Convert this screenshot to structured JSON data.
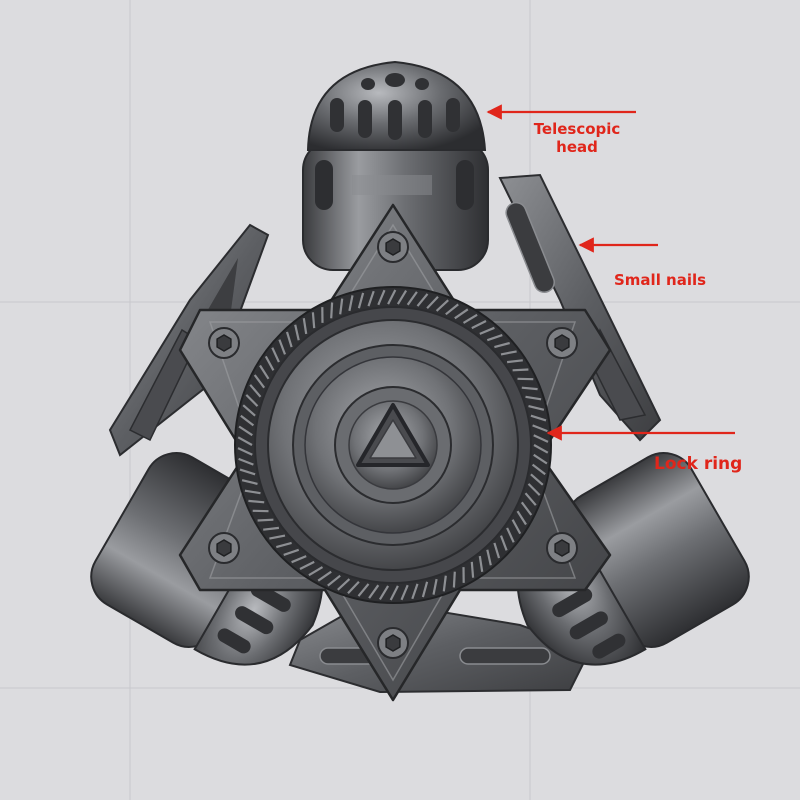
{
  "annotations": {
    "telescopic_head": {
      "line1": "Telescopic",
      "line2": "head"
    },
    "small_nails": "Small nails",
    "lock_ring": "Lock ring"
  },
  "colors": {
    "background": "#dcdcdf",
    "grid_line": "#c8c8cc",
    "metal_dark": "#3c3d40",
    "metal_mid": "#6e7074",
    "metal_light": "#b4b6ba",
    "annotation_red": "#e0261b"
  }
}
